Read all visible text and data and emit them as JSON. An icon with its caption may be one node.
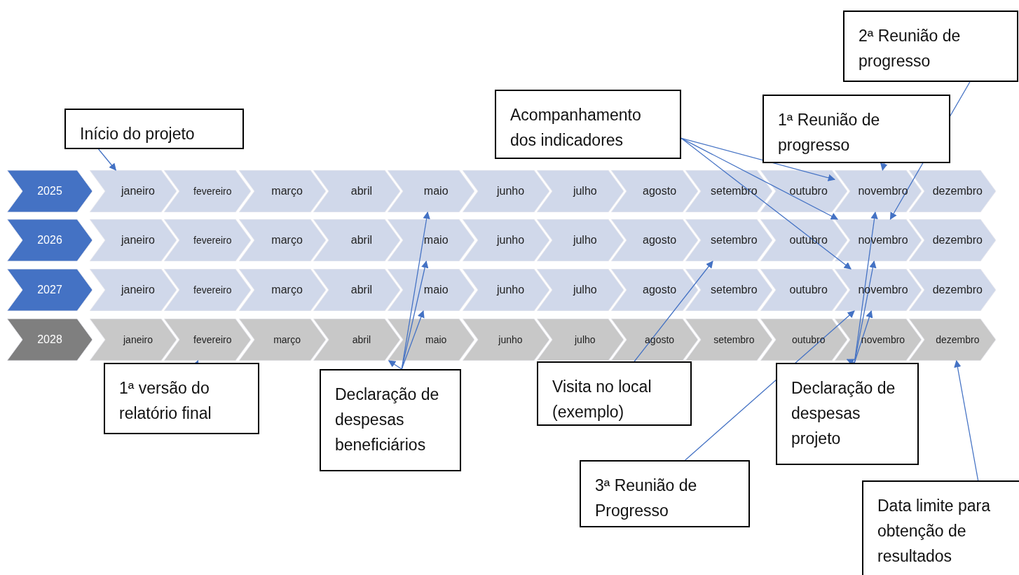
{
  "diagram": {
    "nodes": [
      {
        "text": [
          "2025"
        ]
      },
      {
        "text": [
          "janeiro"
        ]
      },
      {
        "text": [
          "fevereiro"
        ]
      },
      {
        "text": [
          "março"
        ]
      },
      {
        "text": [
          "abril"
        ]
      },
      {
        "text": [
          "maio"
        ]
      },
      {
        "text": [
          "junho"
        ]
      },
      {
        "text": [
          "julho"
        ]
      },
      {
        "text": [
          "agosto"
        ]
      },
      {
        "text": [
          "setembro"
        ]
      },
      {
        "text": [
          "outubro"
        ]
      },
      {
        "text": [
          "novembro"
        ]
      },
      {
        "text": [
          "dezembro"
        ]
      },
      {
        "text": [
          "2026"
        ]
      },
      {
        "text": [
          "janeiro"
        ]
      },
      {
        "text": [
          "fevereiro"
        ]
      },
      {
        "text": [
          "março"
        ]
      },
      {
        "text": [
          "abril"
        ]
      },
      {
        "text": [
          "maio"
        ]
      },
      {
        "text": [
          "junho"
        ]
      },
      {
        "text": [
          "julho"
        ]
      },
      {
        "text": [
          "agosto"
        ]
      },
      {
        "text": [
          "setembro"
        ]
      },
      {
        "text": [
          "outubro"
        ]
      },
      {
        "text": [
          "novembro"
        ]
      },
      {
        "text": [
          "dezembro"
        ]
      },
      {
        "text": [
          "2027"
        ]
      },
      {
        "text": [
          "janeiro"
        ]
      },
      {
        "text": [
          "fevereiro"
        ]
      },
      {
        "text": [
          "março"
        ]
      },
      {
        "text": [
          "abril"
        ]
      },
      {
        "text": [
          "maio"
        ]
      },
      {
        "text": [
          "junho"
        ]
      },
      {
        "text": [
          "julho"
        ]
      },
      {
        "text": [
          "agosto"
        ]
      },
      {
        "text": [
          "setembro"
        ]
      },
      {
        "text": [
          "outubro"
        ]
      },
      {
        "text": [
          "novembro"
        ]
      },
      {
        "text": [
          "dezembro"
        ]
      },
      {
        "text": [
          "2028"
        ]
      },
      {
        "text": [
          "janeiro"
        ]
      },
      {
        "text": [
          "fevereiro"
        ]
      },
      {
        "text": [
          "março"
        ]
      },
      {
        "text": [
          "abril"
        ]
      },
      {
        "text": [
          "maio"
        ]
      },
      {
        "text": [
          "junho"
        ]
      },
      {
        "text": [
          "julho"
        ]
      },
      {
        "text": [
          "agosto"
        ]
      },
      {
        "text": [
          "setembro"
        ]
      },
      {
        "text": [
          "outubro"
        ]
      },
      {
        "text": [
          "novembro"
        ]
      },
      {
        "text": [
          "dezembro"
        ]
      },
      {
        "text": [
          "Início do projeto"
        ]
      },
      {
        "text": [
          "Acompanhamento dos indicadores"
        ]
      },
      {
        "text": [
          "1ª Reunião de progresso"
        ]
      },
      {
        "text": [
          "2ª Reunião de progresso"
        ]
      },
      {
        "text": [
          "1ª versão do relatório final"
        ]
      },
      {
        "text": [
          "Declaração de despesas beneficiários"
        ]
      },
      {
        "text": [
          "Visita no local (exemplo)"
        ]
      },
      {
        "text": [
          "Declaração de despesas projeto"
        ]
      },
      {
        "text": [
          "3ª Reunião de Progresso"
        ]
      },
      {
        "text": [
          "Data limite para obtenção de resultados"
        ]
      }
    ],
    "edges": [
      {
        "from": 52,
        "to": 1,
        "arrow": "to"
      },
      {
        "from": 53,
        "to": 11,
        "arrow": "to"
      },
      {
        "from": 53,
        "to": 24,
        "arrow": "to"
      },
      {
        "from": 53,
        "to": 37,
        "arrow": "to"
      },
      {
        "from": 54,
        "to": 11,
        "arrow": "to"
      },
      {
        "from": 55,
        "to": 24,
        "arrow": "to"
      },
      {
        "from": 56,
        "to": 41,
        "arrow": "to"
      },
      {
        "from": 57,
        "to": 5,
        "arrow": "to"
      },
      {
        "from": 57,
        "to": 18,
        "arrow": "to"
      },
      {
        "from": 57,
        "to": 31,
        "arrow": "to"
      },
      {
        "from": 57,
        "to": 43,
        "arrow": "to"
      },
      {
        "from": 58,
        "to": 22,
        "arrow": "to"
      },
      {
        "from": 59,
        "to": 11,
        "arrow": "to"
      },
      {
        "from": 59,
        "to": 24,
        "arrow": "to"
      },
      {
        "from": 59,
        "to": 37,
        "arrow": "to"
      },
      {
        "from": 59,
        "to": 49,
        "arrow": "to"
      },
      {
        "from": 60,
        "to": 37,
        "arrow": "to"
      },
      {
        "from": 61,
        "to": 51,
        "arrow": "to"
      }
    ]
  }
}
